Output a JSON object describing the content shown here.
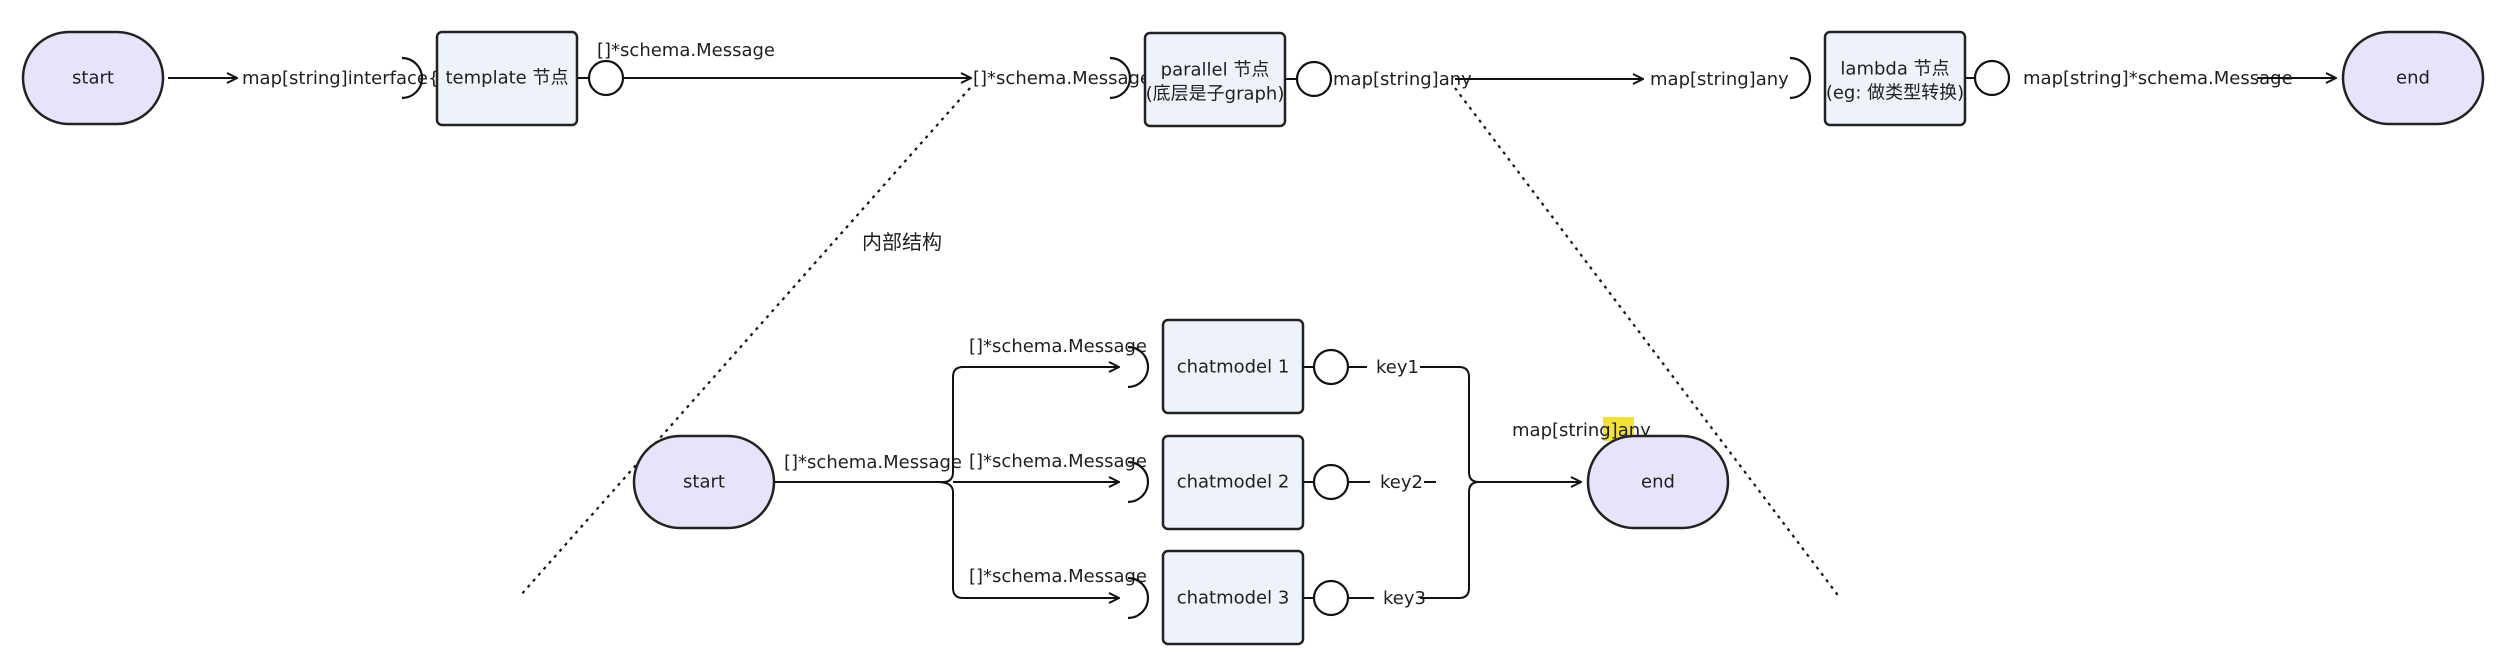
{
  "top_flow": {
    "start_label": "start",
    "template_label": "template 节点",
    "parallel_line1": "parallel 节点",
    "parallel_line2": "(底层是子graph)",
    "lambda_line1": "lambda 节点",
    "lambda_line2": "(eg: 做类型转换)",
    "end_label": "end",
    "edge_start_template": "map[string]interface{}",
    "template_out": "[]*schema.Message",
    "parallel_in": "[]*schema.Message",
    "parallel_out": "map[string]any",
    "lambda_in": "map[string]any",
    "lambda_out": "map[string]*schema.Message"
  },
  "callout": {
    "label": "内部结构"
  },
  "sub_flow": {
    "start_label": "start",
    "start_out": "[]*schema.Message",
    "end_label": "end",
    "end_in_prefix": "map[string]",
    "end_in_highlight": "any",
    "highlight_color": "#f4e03a",
    "branches": [
      {
        "model": "chatmodel 1",
        "input": "[]*schema.Message",
        "key": "key1"
      },
      {
        "model": "chatmodel 2",
        "input": "[]*schema.Message",
        "key": "key2"
      },
      {
        "model": "chatmodel 3",
        "input": "[]*schema.Message",
        "key": "key3"
      }
    ]
  },
  "colors": {
    "node_fill": "#eef2fb",
    "pill_fill": "#e9e2fb",
    "stroke": "#222222"
  }
}
